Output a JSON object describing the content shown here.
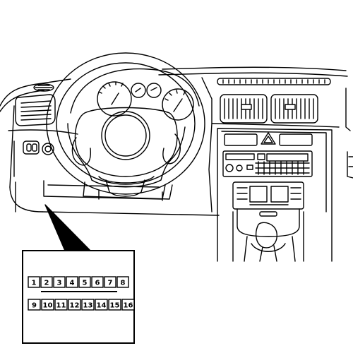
{
  "connector": {
    "top_row": [
      "1",
      "2",
      "3",
      "4",
      "5",
      "6",
      "7",
      "8"
    ],
    "bottom_row": [
      "9",
      "10",
      "11",
      "12",
      "13",
      "14",
      "15",
      "16"
    ]
  }
}
